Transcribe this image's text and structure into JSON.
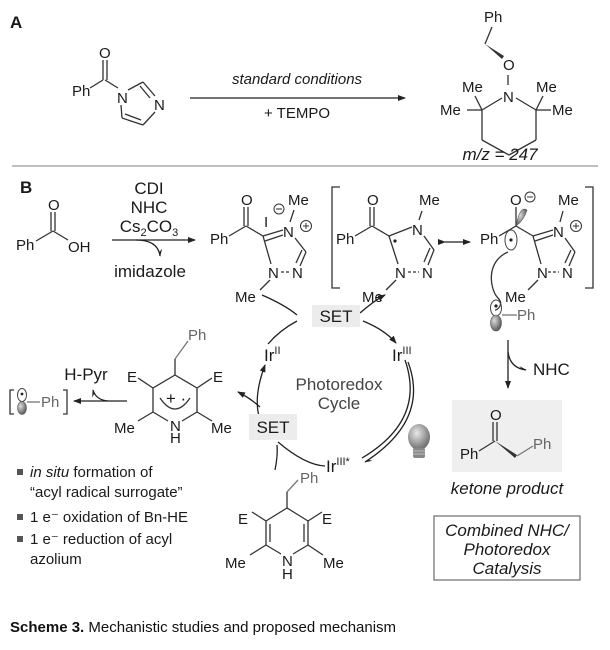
{
  "panel_a": {
    "label": "A",
    "reactant": {
      "substituent": "Ph",
      "carbonyl_o": "O",
      "ring_n1": "N",
      "ring_n3": "N",
      "name": "N-benzoylimidazole"
    },
    "arrow_top": "standard conditions",
    "arrow_bottom": "+ TEMPO",
    "product": {
      "ph": "Ph",
      "o": "O",
      "n": "N",
      "me_labels": [
        "Me",
        "Me",
        "Me",
        "Me"
      ],
      "mass": "m/z = 247"
    }
  },
  "panel_b": {
    "label": "B",
    "acid": {
      "ph": "Ph",
      "o": "O",
      "oh": "OH"
    },
    "reagents": [
      "CDI",
      "NHC",
      "Cs2CO3"
    ],
    "byproduct": "imidazole",
    "azolium": {
      "ph": "Ph",
      "o": "O",
      "counterion": "I",
      "me_top": "Me",
      "me_bottom": "Me",
      "n": "N"
    },
    "radical_1": {
      "ph": "Ph",
      "o": "O",
      "me_top": "Me",
      "me_bottom": "Me",
      "n": "N"
    },
    "radical_2": {
      "ph": "Ph",
      "o": "O",
      "me_top": "Me",
      "me_bottom": "Me",
      "n": "N"
    },
    "benzyl_radical": {
      "ph": "Ph"
    },
    "nhc_release": "NHC",
    "ketone": {
      "ph1": "Ph",
      "ph2": "Ph",
      "o": "O",
      "label": "ketone product"
    },
    "cycle": {
      "title_line1": "Photoredox",
      "title_line2": "Cycle",
      "set_top": "SET",
      "set_left": "SET",
      "ir_ii": "Ir",
      "ir_ii_sup": "II",
      "ir_iii": "Ir",
      "ir_iii_sup": "III",
      "ir_iii_star": "Ir",
      "ir_iii_star_sup": "III*"
    },
    "radical_cation": {
      "ph": "Ph",
      "e": "E",
      "me": "Me",
      "n": "N",
      "h": "H",
      "charge": "+ ·"
    },
    "hpyr": "H-Pyr",
    "benzyl_bracket": {
      "ph": "Ph"
    },
    "hantzsch": {
      "ph": "Ph",
      "e": "E",
      "me": "Me",
      "n": "N",
      "h": "H"
    },
    "bullets": [
      {
        "italic": "in situ",
        "text": " formation of"
      },
      {
        "italic": "",
        "text": "“acyl radical surrogate”",
        "continuation": true
      },
      {
        "italic": "",
        "text": "1 e⁻ oxidation of Bn-HE"
      },
      {
        "italic": "",
        "text": "1 e⁻ reduction of acyl"
      },
      {
        "italic": "",
        "text": "azolium",
        "continuation": true
      }
    ],
    "summary_box": [
      "Combined NHC/",
      "Photoredox",
      "Catalysis"
    ]
  },
  "caption": {
    "bold": "Scheme 3.",
    "text": " Mechanistic studies and proposed mechanism"
  }
}
